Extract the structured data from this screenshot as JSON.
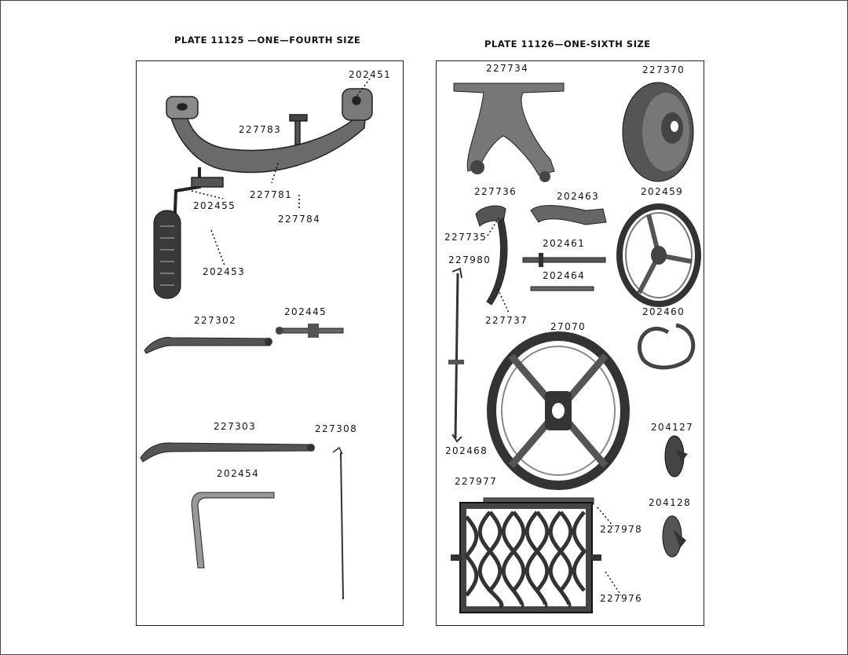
{
  "plates": {
    "left": {
      "title": "PLATE  11125  —ONE—FOURTH SIZE",
      "labels": {
        "p202451": "202451",
        "p227783": "227783",
        "p227781": "227781",
        "p202455": "202455",
        "p227784": "227784",
        "p202453": "202453",
        "p227302": "227302",
        "p202445": "202445",
        "p227303": "227303",
        "p227308": "227308",
        "p202454": "202454"
      }
    },
    "right": {
      "title": "PLATE 11126—ONE-SIXTH SIZE",
      "labels": {
        "p227734": "227734",
        "p227370": "227370",
        "p227736": "227736",
        "p202463": "202463",
        "p202459": "202459",
        "p227735": "227735",
        "p202461": "202461",
        "p227980": "227980",
        "p202464": "202464",
        "p202460": "202460",
        "p227737": "227737",
        "p27070": "27070",
        "p204127": "204127",
        "p202468": "202468",
        "p227977": "227977",
        "p204128": "204128",
        "p227978": "227978",
        "p227976": "227976"
      }
    }
  }
}
